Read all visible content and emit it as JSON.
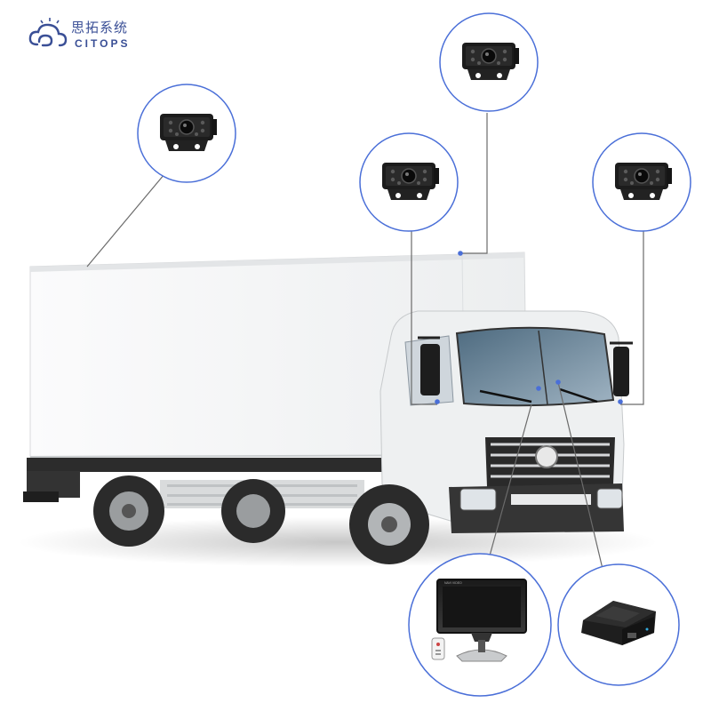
{
  "brand": {
    "name_cn": "思拓系统",
    "name_en": "CITOPS",
    "color": "#3a4f96"
  },
  "monitor": {
    "screen_label": "NAVI VIDEO"
  },
  "colors": {
    "circle_border": "#4a6fd8",
    "connector_line": "#6b6b6b",
    "truck_body": "#f4f5f6",
    "cab": "#f0f1f2",
    "tire": "#2b2b2b",
    "device": "#1e1e1e"
  },
  "icons": {
    "logo": "cloud-swirl-icon",
    "camera": "rearview-camera-icon",
    "monitor": "car-monitor-icon",
    "dvr": "mobile-dvr-icon",
    "remote": "remote-control-icon"
  }
}
